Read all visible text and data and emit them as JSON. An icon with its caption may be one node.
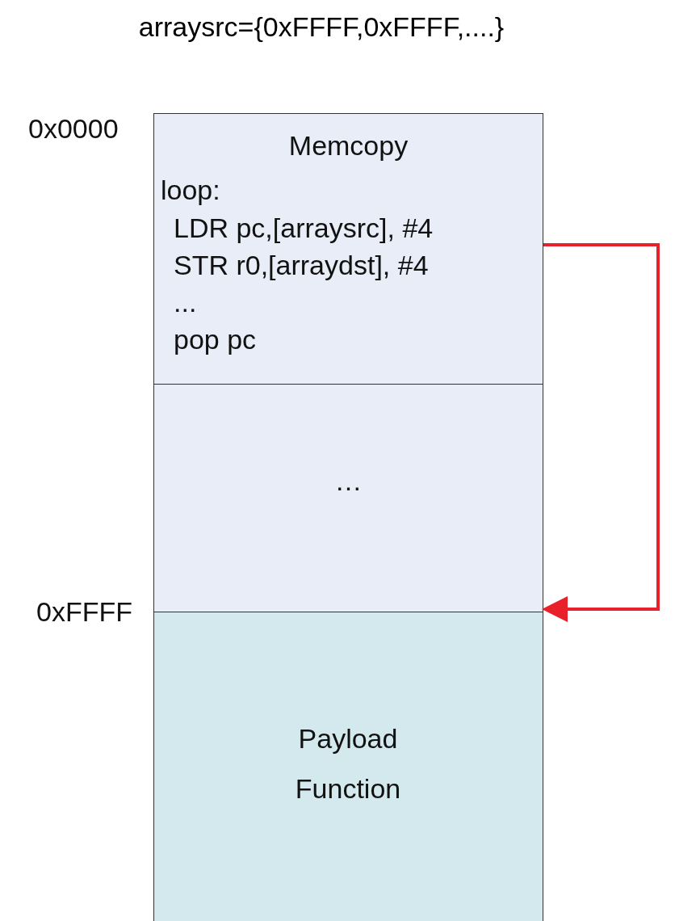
{
  "diagram": {
    "title": "arraysrc={0xFFFF,0xFFFF,....}",
    "nodes": [
      {
        "text": [
          "Memcopy",
          "loop:",
          "LDR pc,[arraysrc], #4",
          "STR r0,[arraydst], #4",
          "...",
          "pop pc"
        ]
      },
      {
        "text": [
          "…"
        ]
      },
      {
        "text": [
          "Payload Function"
        ]
      }
    ],
    "edges": [
      {
        "from": 0,
        "to": 2,
        "arrow": "to",
        "color": "#e8202a"
      }
    ],
    "labels": [
      "0x0000",
      "0xFFFF"
    ]
  }
}
